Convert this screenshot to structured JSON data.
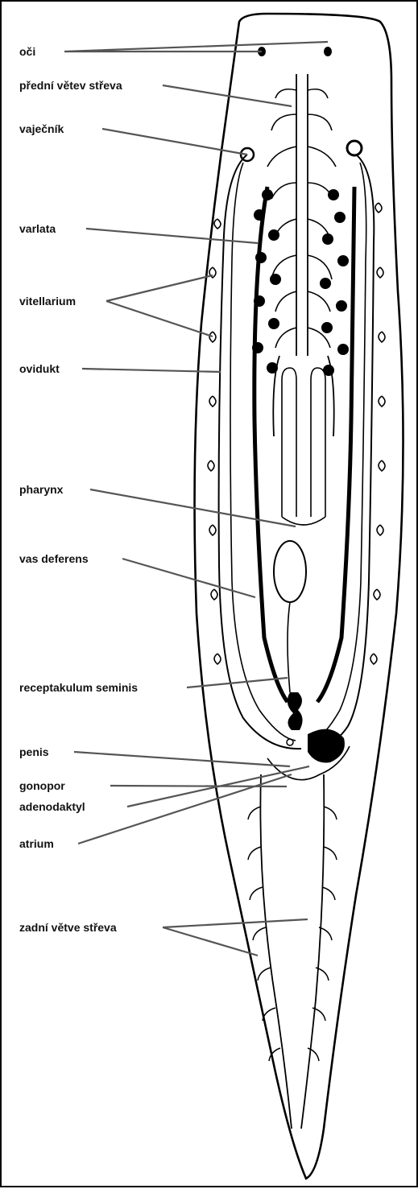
{
  "figure": {
    "labels": {
      "oci": "oči",
      "predni_vetev_streva": "přední větev střeva",
      "vajecnik": "vaječník",
      "varlata": "varlata",
      "vitellarium": "vitellarium",
      "ovidukt": "ovidukt",
      "pharynx": "pharynx",
      "vas_deferens": "vas deferens",
      "receptakulum_seminis": "receptakulum seminis",
      "penis": "penis",
      "gonopor": "gonopor",
      "adenodaktyl": "adenodaktyl",
      "atrium": "atrium",
      "zadni_vetve_streva": "zadní větve střeva"
    }
  },
  "colors": {
    "ink": "#000000",
    "leader": "#555555",
    "background": "#ffffff"
  }
}
